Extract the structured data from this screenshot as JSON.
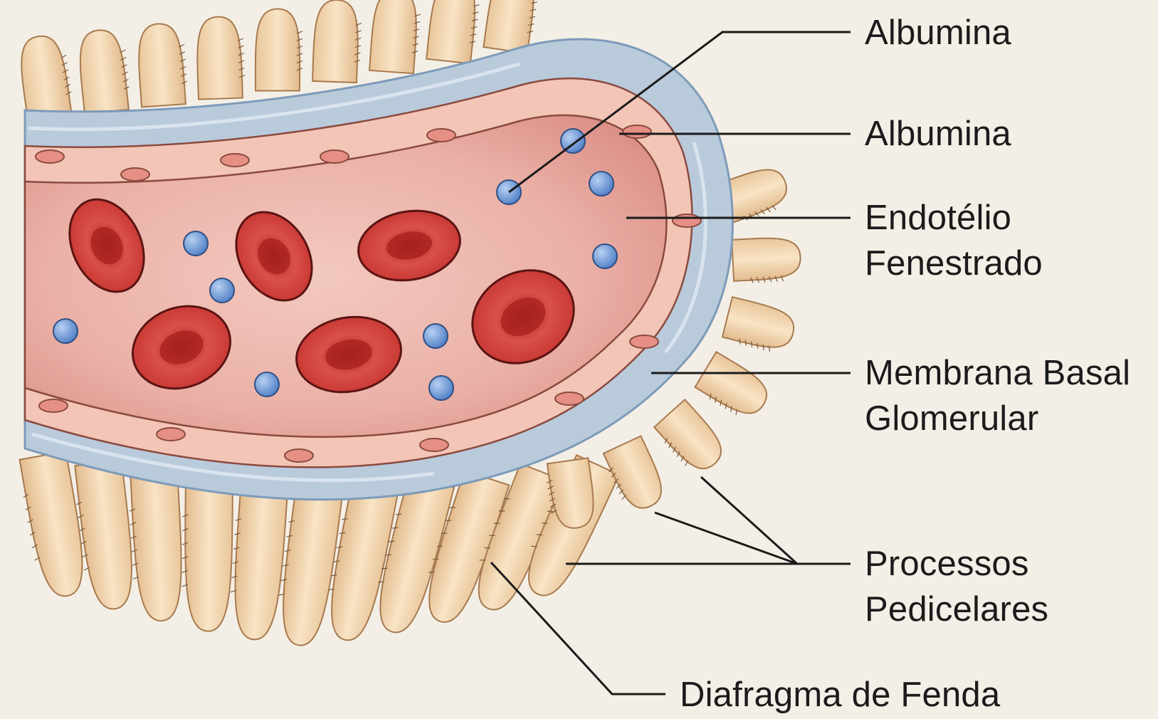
{
  "diagram": {
    "labels": [
      {
        "id": "albumina-1",
        "lines": [
          "Albumina"
        ]
      },
      {
        "id": "albumina-2",
        "lines": [
          "Albumina"
        ]
      },
      {
        "id": "endotelio",
        "lines": [
          "Endotélio",
          "Fenestrado"
        ]
      },
      {
        "id": "membrana",
        "lines": [
          "Membrana Basal",
          "Glomerular"
        ]
      },
      {
        "id": "processos",
        "lines": [
          "Processos",
          "Pedicelares"
        ]
      },
      {
        "id": "diafragma",
        "lines": [
          "Diafragma de Fenda"
        ]
      }
    ]
  },
  "colors": {
    "background": "#f4efe6",
    "lumen": "#eab1a8",
    "endothelium": "#f2c6b8",
    "basement_membrane": "#b7c9da",
    "podocyte": "#f1d7b4",
    "red_blood_cell": "#c93a36",
    "albumin": "#6f9bd8",
    "leader_line": "#1b1b1b"
  }
}
